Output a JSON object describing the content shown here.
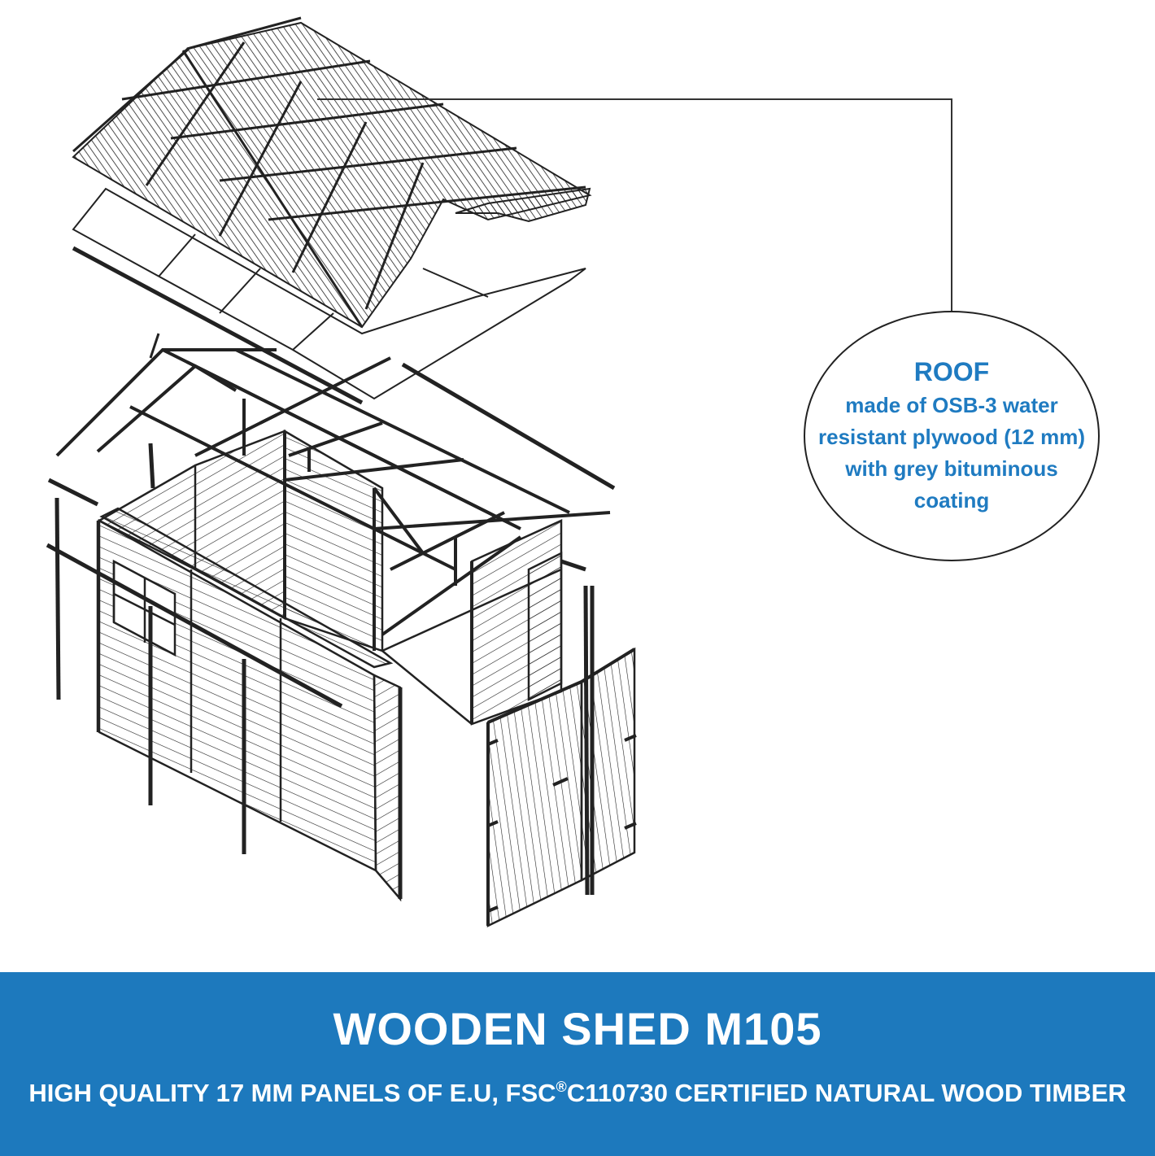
{
  "callout": {
    "title": "ROOF",
    "lines": [
      "made of OSB-3 water",
      "resistant plywood (12 mm)",
      "with grey bituminous",
      "coating"
    ]
  },
  "banner": {
    "headline": "WOODEN SHED M105",
    "sub_before": "HIGH QUALITY 17 MM PANELS OF E.U, FSC",
    "sub_reg": "®",
    "sub_after": "C110730 CERTIFIED NATURAL WOOD TIMBER"
  },
  "colors": {
    "banner": "#1d79bd",
    "callout_text": "#1f7bc1",
    "line_art": "#222222"
  }
}
